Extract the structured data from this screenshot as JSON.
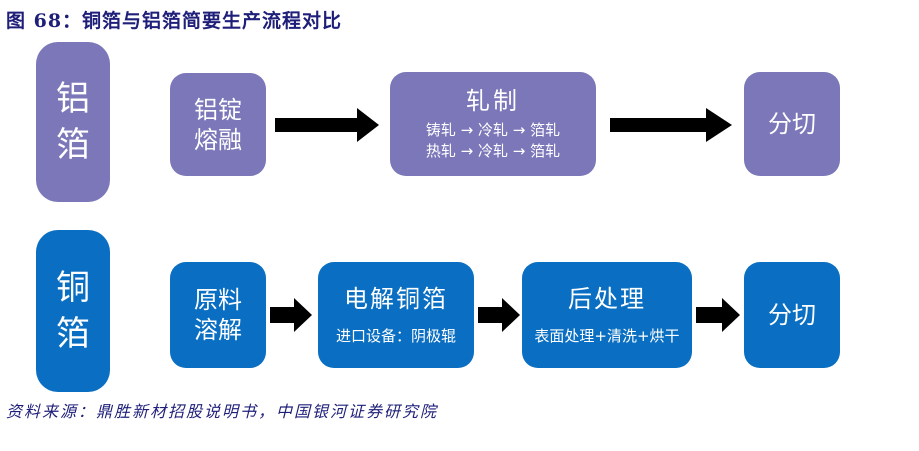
{
  "title": "图 68：铜箔与铝箔简要生产流程对比",
  "aluminum": {
    "label": "铝箔",
    "color": "#7b77b9",
    "steps": [
      {
        "lines": [
          "铝锭",
          "熔融"
        ]
      },
      {
        "head": "轧制",
        "sub": [
          "铸轧 → 冷轧 → 箔轧",
          "热轧 → 冷轧 → 箔轧"
        ]
      },
      {
        "lines": [
          "分切"
        ]
      }
    ]
  },
  "copper": {
    "label": "铜箔",
    "color": "#0a6fc2",
    "steps": [
      {
        "lines": [
          "原料",
          "溶解"
        ]
      },
      {
        "head": "电解铜箔",
        "sub": [
          "进口设备：阴极辊"
        ]
      },
      {
        "head": "后处理",
        "sub": [
          "表面处理+清洗+烘干"
        ]
      },
      {
        "lines": [
          "分切"
        ]
      }
    ]
  },
  "arrow_color": "#000000",
  "source": "资料来源：鼎胜新材招股说明书，中国银河证券研究院"
}
